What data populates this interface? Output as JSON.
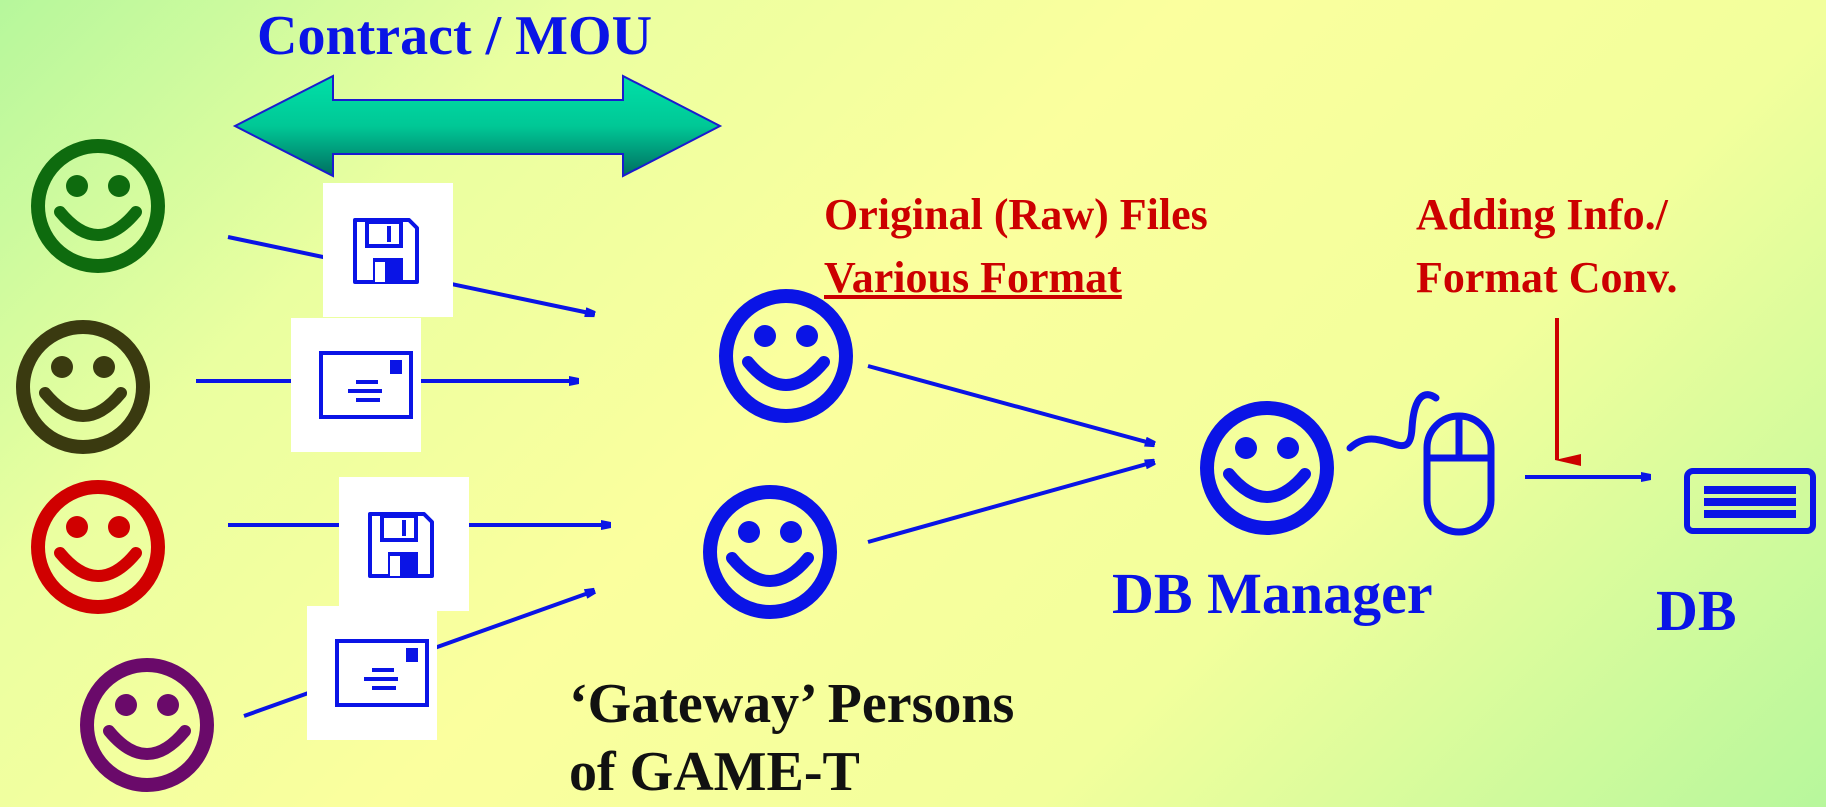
{
  "labels": {
    "contract": "Contract / MOU",
    "raw_files_line1": "Original (Raw) Files",
    "raw_files_line2": "Various Format",
    "adding_line1": "Adding Info./",
    "adding_line2": "Format Conv.",
    "db_manager": "DB Manager",
    "db": "DB",
    "gateway_line1": "‘Gateway’ Persons",
    "gateway_line2": "of GAME-T"
  },
  "colors": {
    "blue": "#0a14e6",
    "red": "#cc0000",
    "teal_arrow": "#00c896",
    "contributor_1": "#0e6b0e",
    "contributor_2": "#3a3a10",
    "contributor_3": "#d00000",
    "contributor_4": "#6a0a6a"
  },
  "icons": {
    "contributors": [
      "smiley-icon",
      "smiley-icon",
      "smiley-icon",
      "smiley-icon"
    ],
    "media": [
      "floppy-disk-icon",
      "envelope-icon",
      "floppy-disk-icon",
      "envelope-icon"
    ],
    "gateways": [
      "smiley-icon",
      "smiley-icon"
    ],
    "db_manager": "smiley-icon",
    "mouse": "computer-mouse-icon",
    "database": "keyboard-icon"
  }
}
